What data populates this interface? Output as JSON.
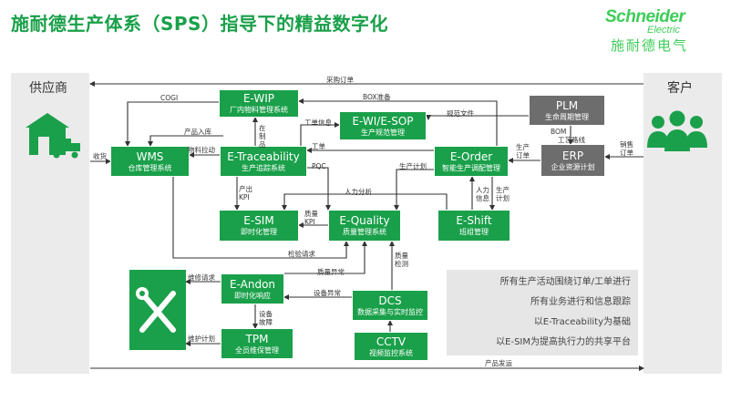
{
  "title": "施耐德生产体系（SPS）指导下的精益数字化",
  "logo": {
    "name": "Schneider",
    "sub": "Electric",
    "cn": "施耐德电气"
  },
  "supplier": "供应商",
  "customer": "客户",
  "systems": {
    "wip": {
      "name": "E-WIP",
      "desc": "厂内物料管理系统"
    },
    "wms": {
      "name": "WMS",
      "desc": "仓库管理系统"
    },
    "trace": {
      "name": "E-Traceability",
      "desc": "生产追踪系统"
    },
    "sop": {
      "name": "E-WI/E-SOP",
      "desc": "生产规范管理"
    },
    "order": {
      "name": "E-Order",
      "desc": "智能生产调配管理"
    },
    "plm": {
      "name": "PLM",
      "desc": "生命周期管理"
    },
    "erp": {
      "name": "ERP",
      "desc": "企业资源计划"
    },
    "sim": {
      "name": "E-SIM",
      "desc": "即时化管理"
    },
    "quality": {
      "name": "E-Quality",
      "desc": "质量管理系统"
    },
    "shift": {
      "name": "E-Shift",
      "desc": "班组管理"
    },
    "andon": {
      "name": "E-Andon",
      "desc": "即时化响应"
    },
    "dcs": {
      "name": "DCS",
      "desc": "数据采集与实时监控"
    },
    "tpm": {
      "name": "TPM",
      "desc": "全员维保管理"
    },
    "cctv": {
      "name": "CCTV",
      "desc": "视频监控系统"
    }
  },
  "flows": {
    "purchase_order": "采购订单",
    "cogi": "COGI",
    "box_prep": "BOX准备",
    "product_in": "产品入库",
    "wip": "在制品",
    "work_info": "工单信息",
    "spec_file": "规范文件",
    "receive": "收货",
    "material_pull": "物料拉动",
    "work_order": "工单",
    "pqc": "PQC",
    "prod_plan": "生产计划",
    "bom": "BOM",
    "routing": "工艺路线",
    "prod_order": "生产订单",
    "sales_order": "销售订单",
    "output_kpi": "产出KPI",
    "quality_kpi": "质量KPI",
    "hr_analysis": "人力分析",
    "hr_info": "人力信息",
    "prod_plan2": "生产计划",
    "inspection_req": "检验请求",
    "quality_anomaly": "质量异常",
    "quality_check": "质量检测",
    "repair_req": "维修请求",
    "equip_anomaly": "设备异常",
    "equip_fault": "设备故障",
    "maint_plan": "维护计划",
    "ship": "产品发运"
  },
  "notes": [
    "所有生产活动围绕订单/工单进行",
    "所有业务进行和信息跟踪",
    "以E-Traceability为基础",
    "以E-SIM为提高执行力的共享平台"
  ],
  "colors": {
    "green": "#1aa04a",
    "gray": "#6d6d6d",
    "brand": "#3dcd58"
  },
  "icons": [
    "warehouse-truck-icon",
    "people-group-icon",
    "tools-icon"
  ]
}
